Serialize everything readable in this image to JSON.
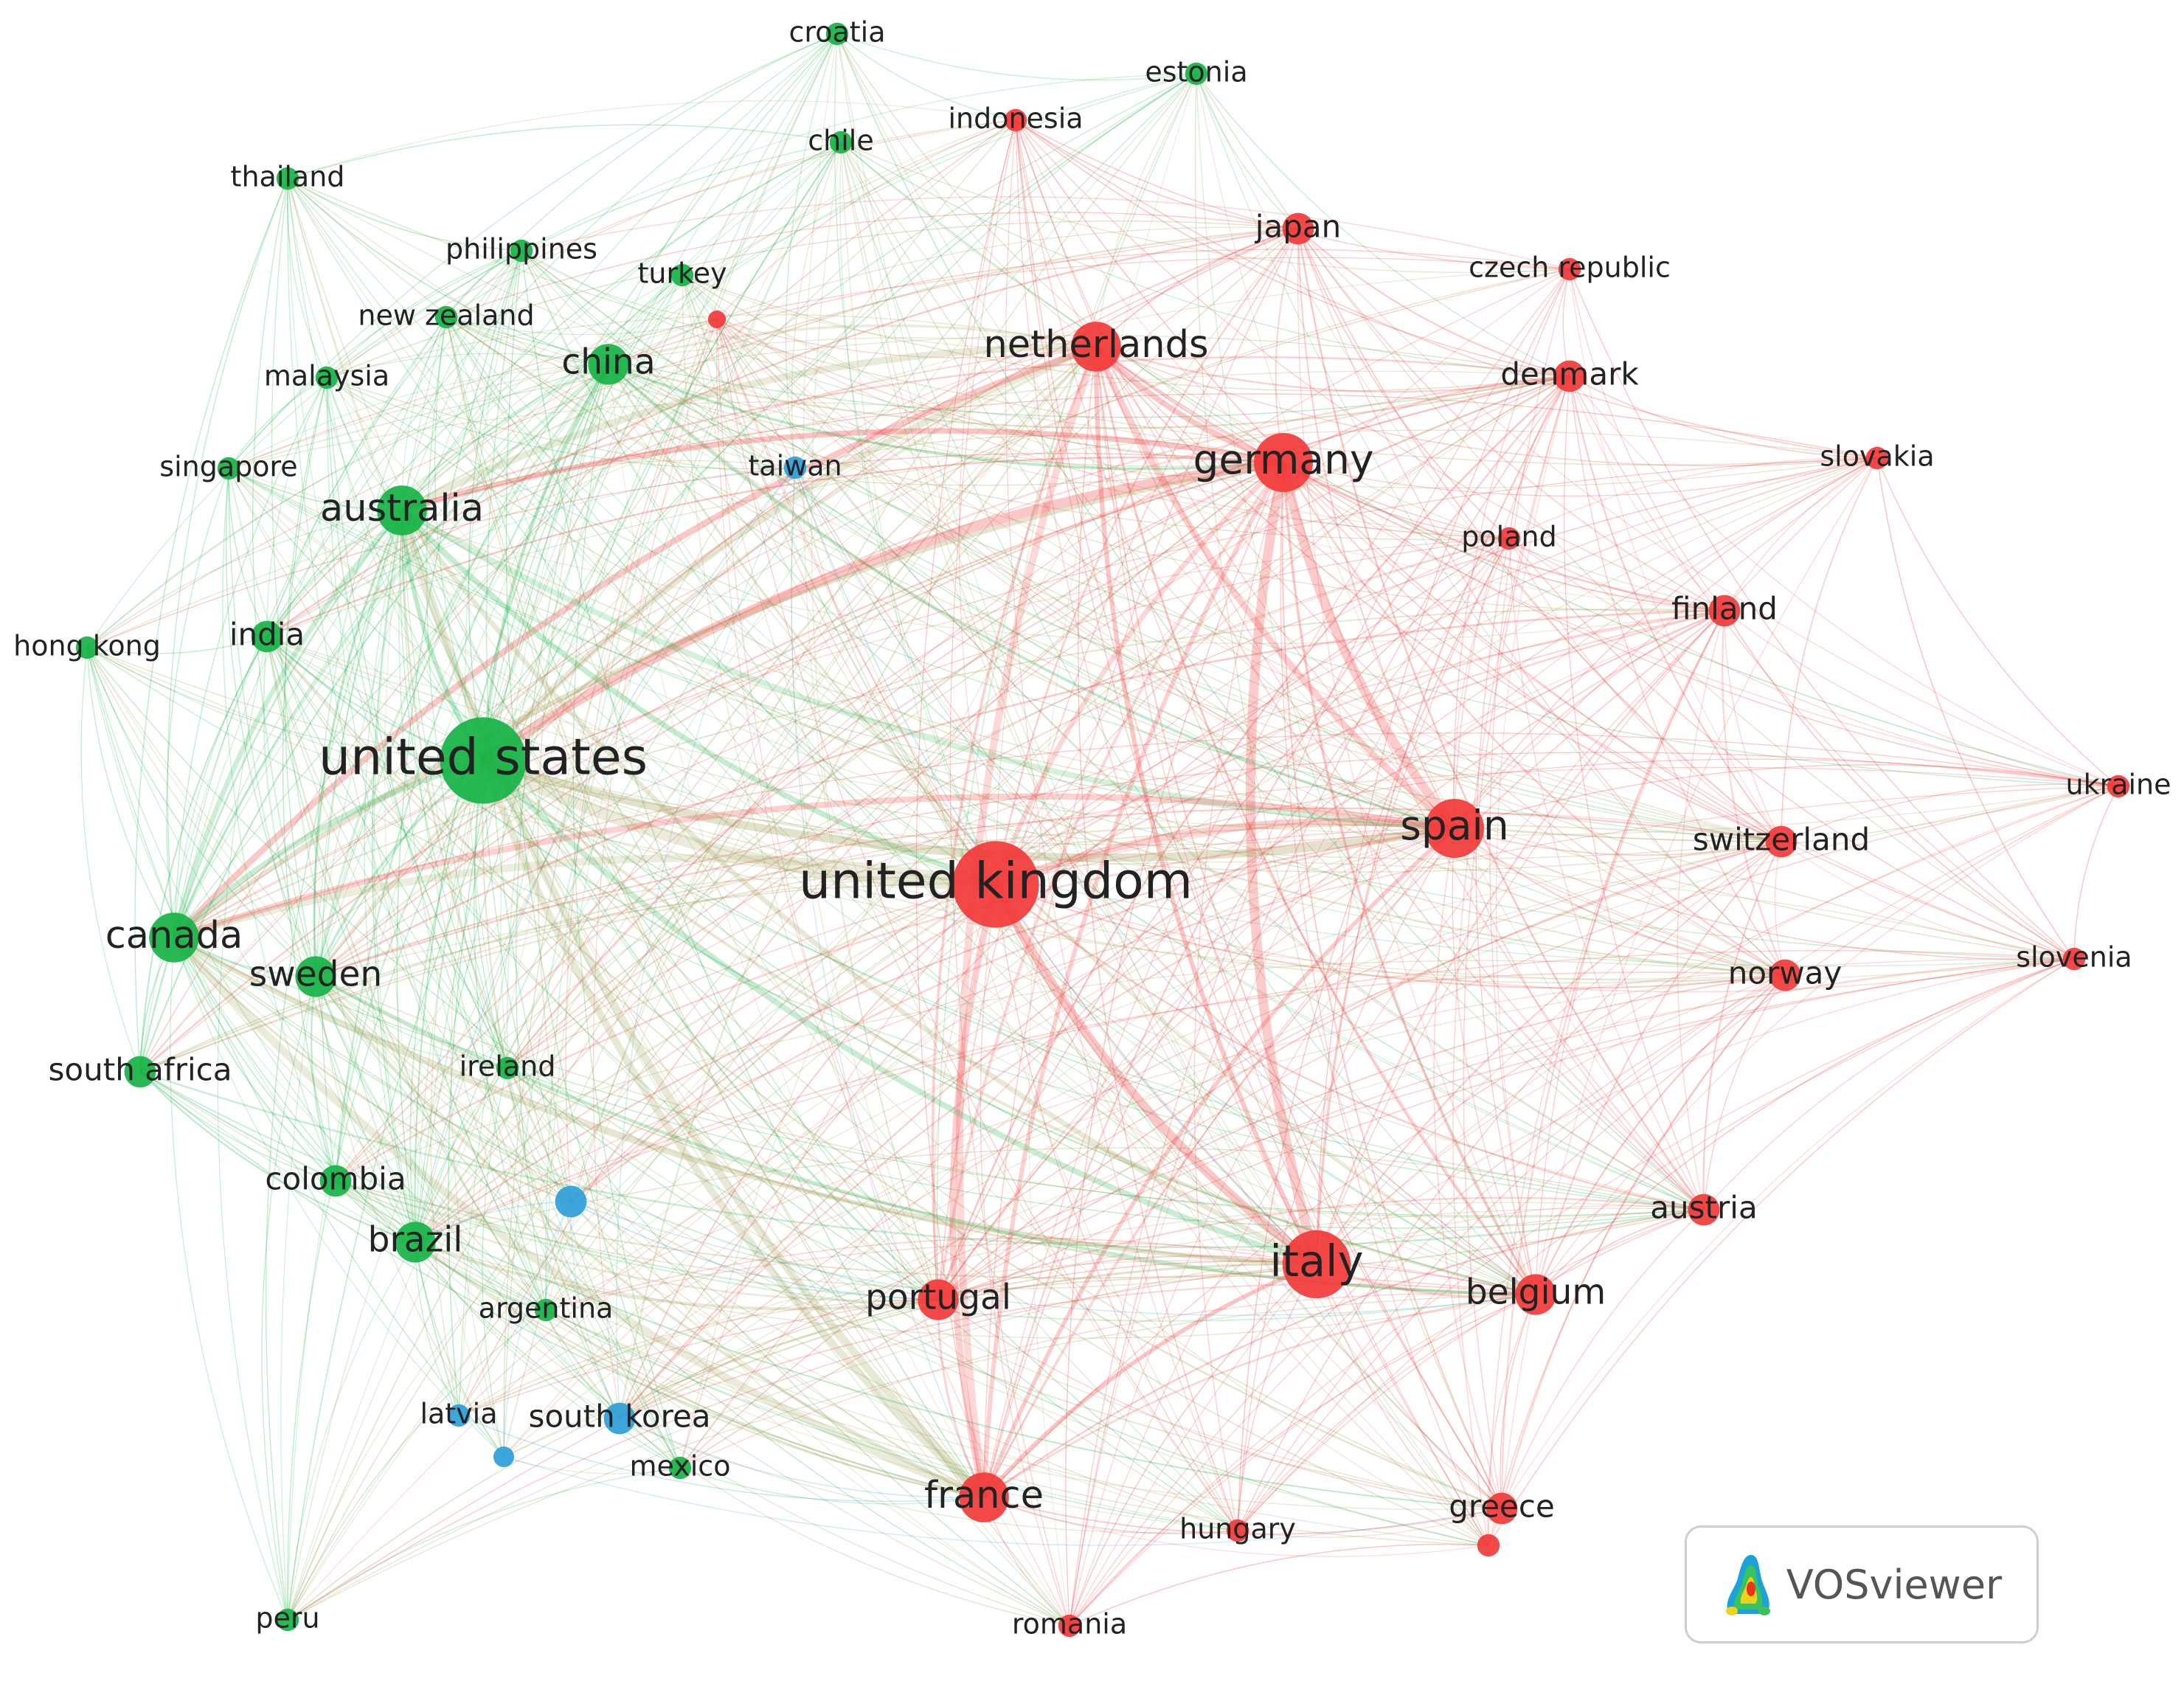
{
  "clusters": {
    "red": "#f23a3a",
    "green": "#16b345",
    "blue": "#2d9fd9"
  },
  "nodes": [
    {
      "id": "croatia",
      "label": "croatia",
      "cluster": "green",
      "weight": 1
    },
    {
      "id": "estonia",
      "label": "estonia",
      "cluster": "green",
      "weight": 1
    },
    {
      "id": "indonesia",
      "label": "indonesia",
      "cluster": "red",
      "weight": 1
    },
    {
      "id": "chile",
      "label": "chile",
      "cluster": "green",
      "weight": 1
    },
    {
      "id": "thailand",
      "label": "thailand",
      "cluster": "green",
      "weight": 1
    },
    {
      "id": "japan",
      "label": "japan",
      "cluster": "red",
      "weight": 2
    },
    {
      "id": "czech_republic",
      "label": "czech republic",
      "cluster": "red",
      "weight": 1
    },
    {
      "id": "philippines",
      "label": "philippines",
      "cluster": "green",
      "weight": 1
    },
    {
      "id": "turkey",
      "label": "turkey",
      "cluster": "green",
      "weight": 1
    },
    {
      "id": "new_zealand",
      "label": "new zealand",
      "cluster": "green",
      "weight": 1
    },
    {
      "id": "unlabeled_red",
      "label": "",
      "cluster": "red",
      "weight": 0.5
    },
    {
      "id": "netherlands",
      "label": "netherlands",
      "cluster": "red",
      "weight": 4
    },
    {
      "id": "china",
      "label": "china",
      "cluster": "green",
      "weight": 3
    },
    {
      "id": "denmark",
      "label": "denmark",
      "cluster": "red",
      "weight": 2
    },
    {
      "id": "malaysia",
      "label": "malaysia",
      "cluster": "green",
      "weight": 1
    },
    {
      "id": "germany",
      "label": "germany",
      "cluster": "red",
      "weight": 5
    },
    {
      "id": "slovakia",
      "label": "slovakia",
      "cluster": "red",
      "weight": 1
    },
    {
      "id": "singapore",
      "label": "singapore",
      "cluster": "green",
      "weight": 1
    },
    {
      "id": "taiwan",
      "label": "taiwan",
      "cluster": "blue",
      "weight": 1
    },
    {
      "id": "australia",
      "label": "australia",
      "cluster": "green",
      "weight": 4
    },
    {
      "id": "poland",
      "label": "poland",
      "cluster": "red",
      "weight": 1
    },
    {
      "id": "finland",
      "label": "finland",
      "cluster": "red",
      "weight": 2
    },
    {
      "id": "hong_kong",
      "label": "hong kong",
      "cluster": "green",
      "weight": 1
    },
    {
      "id": "india",
      "label": "india",
      "cluster": "green",
      "weight": 2
    },
    {
      "id": "united_states",
      "label": "united states",
      "cluster": "green",
      "weight": 8
    },
    {
      "id": "ukraine",
      "label": "ukraine",
      "cluster": "red",
      "weight": 1
    },
    {
      "id": "spain",
      "label": "spain",
      "cluster": "red",
      "weight": 5
    },
    {
      "id": "switzerland",
      "label": "switzerland",
      "cluster": "red",
      "weight": 2
    },
    {
      "id": "united_kingdom",
      "label": "united kingdom",
      "cluster": "red",
      "weight": 8
    },
    {
      "id": "canada",
      "label": "canada",
      "cluster": "green",
      "weight": 4
    },
    {
      "id": "slovenia",
      "label": "slovenia",
      "cluster": "red",
      "weight": 1
    },
    {
      "id": "sweden",
      "label": "sweden",
      "cluster": "green",
      "weight": 3
    },
    {
      "id": "norway",
      "label": "norway",
      "cluster": "red",
      "weight": 2
    },
    {
      "id": "ireland",
      "label": "ireland",
      "cluster": "green",
      "weight": 1
    },
    {
      "id": "south_africa",
      "label": "south africa",
      "cluster": "green",
      "weight": 2
    },
    {
      "id": "colombia",
      "label": "colombia",
      "cluster": "green",
      "weight": 2
    },
    {
      "id": "unlabeled_blue",
      "label": "",
      "cluster": "blue",
      "weight": 2
    },
    {
      "id": "austria",
      "label": "austria",
      "cluster": "red",
      "weight": 2
    },
    {
      "id": "brazil",
      "label": "brazil",
      "cluster": "green",
      "weight": 3
    },
    {
      "id": "italy",
      "label": "italy",
      "cluster": "red",
      "weight": 6
    },
    {
      "id": "belgium",
      "label": "belgium",
      "cluster": "red",
      "weight": 3
    },
    {
      "id": "argentina",
      "label": "argentina",
      "cluster": "green",
      "weight": 1
    },
    {
      "id": "portugal",
      "label": "portugal",
      "cluster": "red",
      "weight": 3
    },
    {
      "id": "latvia",
      "label": "latvia",
      "cluster": "blue",
      "weight": 1
    },
    {
      "id": "south_korea",
      "label": "south korea",
      "cluster": "blue",
      "weight": 2
    },
    {
      "id": "unlabeled_blue_small",
      "label": "",
      "cluster": "blue",
      "weight": 0.8
    },
    {
      "id": "mexico",
      "label": "mexico",
      "cluster": "green",
      "weight": 1
    },
    {
      "id": "france",
      "label": "france",
      "cluster": "red",
      "weight": 4
    },
    {
      "id": "hungary",
      "label": "hungary",
      "cluster": "red",
      "weight": 1
    },
    {
      "id": "greece",
      "label": "greece",
      "cluster": "red",
      "weight": 2
    },
    {
      "id": "unlabeled_red_greece",
      "label": "",
      "cluster": "red",
      "weight": 1
    },
    {
      "id": "peru",
      "label": "peru",
      "cluster": "green",
      "weight": 1
    },
    {
      "id": "romania",
      "label": "romania",
      "cluster": "red",
      "weight": 1
    }
  ],
  "watermark": {
    "text": "VOSviewer",
    "icon": "vosviewer-logo-icon"
  }
}
